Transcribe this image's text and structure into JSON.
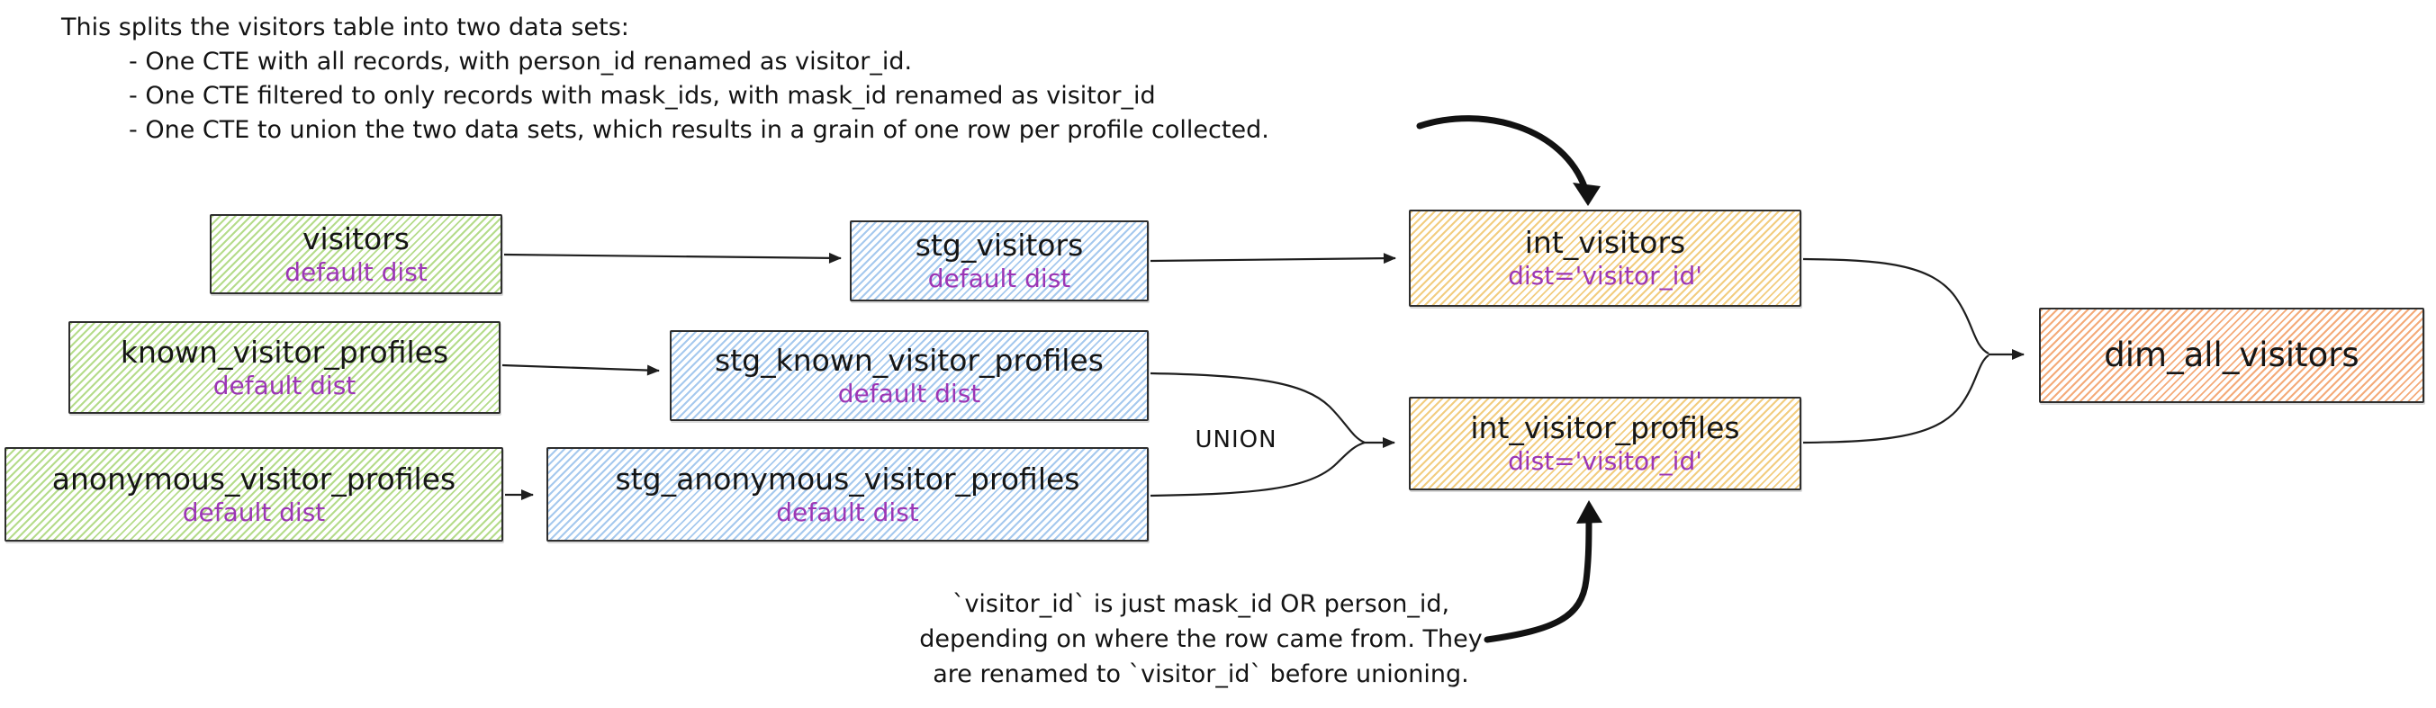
{
  "annotations": {
    "top_note": {
      "intro": "This splits the visitors table into two data sets:",
      "bullets": [
        "- One CTE with all records, with person_id renamed as visitor_id.",
        "- One CTE filtered to only records with mask_ids, with mask_id renamed as visitor_id",
        "- One CTE to union the two data sets, which results in a grain of one row per profile collected."
      ]
    },
    "union_label": "UNION",
    "bottom_note": {
      "lines": [
        "`visitor_id` is just mask_id OR person_id,",
        "depending on where the row came from. They",
        "are renamed to `visitor_id` before unioning."
      ]
    }
  },
  "nodes": {
    "visitors": {
      "title": "visitors",
      "subtitle": "default dist"
    },
    "stg_visitors": {
      "title": "stg_visitors",
      "subtitle": "default dist"
    },
    "int_visitors": {
      "title": "int_visitors",
      "subtitle": "dist='visitor_id'"
    },
    "known_visitor_profiles": {
      "title": "known_visitor_profiles",
      "subtitle": "default dist"
    },
    "stg_known_visitor_profiles": {
      "title": "stg_known_visitor_profiles",
      "subtitle": "default dist"
    },
    "anonymous_visitor_profiles": {
      "title": "anonymous_visitor_profiles",
      "subtitle": "default dist"
    },
    "stg_anonymous_visitor_profiles": {
      "title": "stg_anonymous_visitor_profiles",
      "subtitle": "default dist"
    },
    "int_visitor_profiles": {
      "title": "int_visitor_profiles",
      "subtitle": "dist='visitor_id'"
    },
    "dim_all_visitors": {
      "title": "dim_all_visitors"
    }
  },
  "colors": {
    "green_hatch": "#b5dc8b",
    "blue_hatch": "#a6c9ee",
    "yellow_hatch": "#f2cd80",
    "orange_hatch": "#f4ab7a",
    "purple_text": "#9c36b5",
    "ink": "#1e1e1e"
  }
}
